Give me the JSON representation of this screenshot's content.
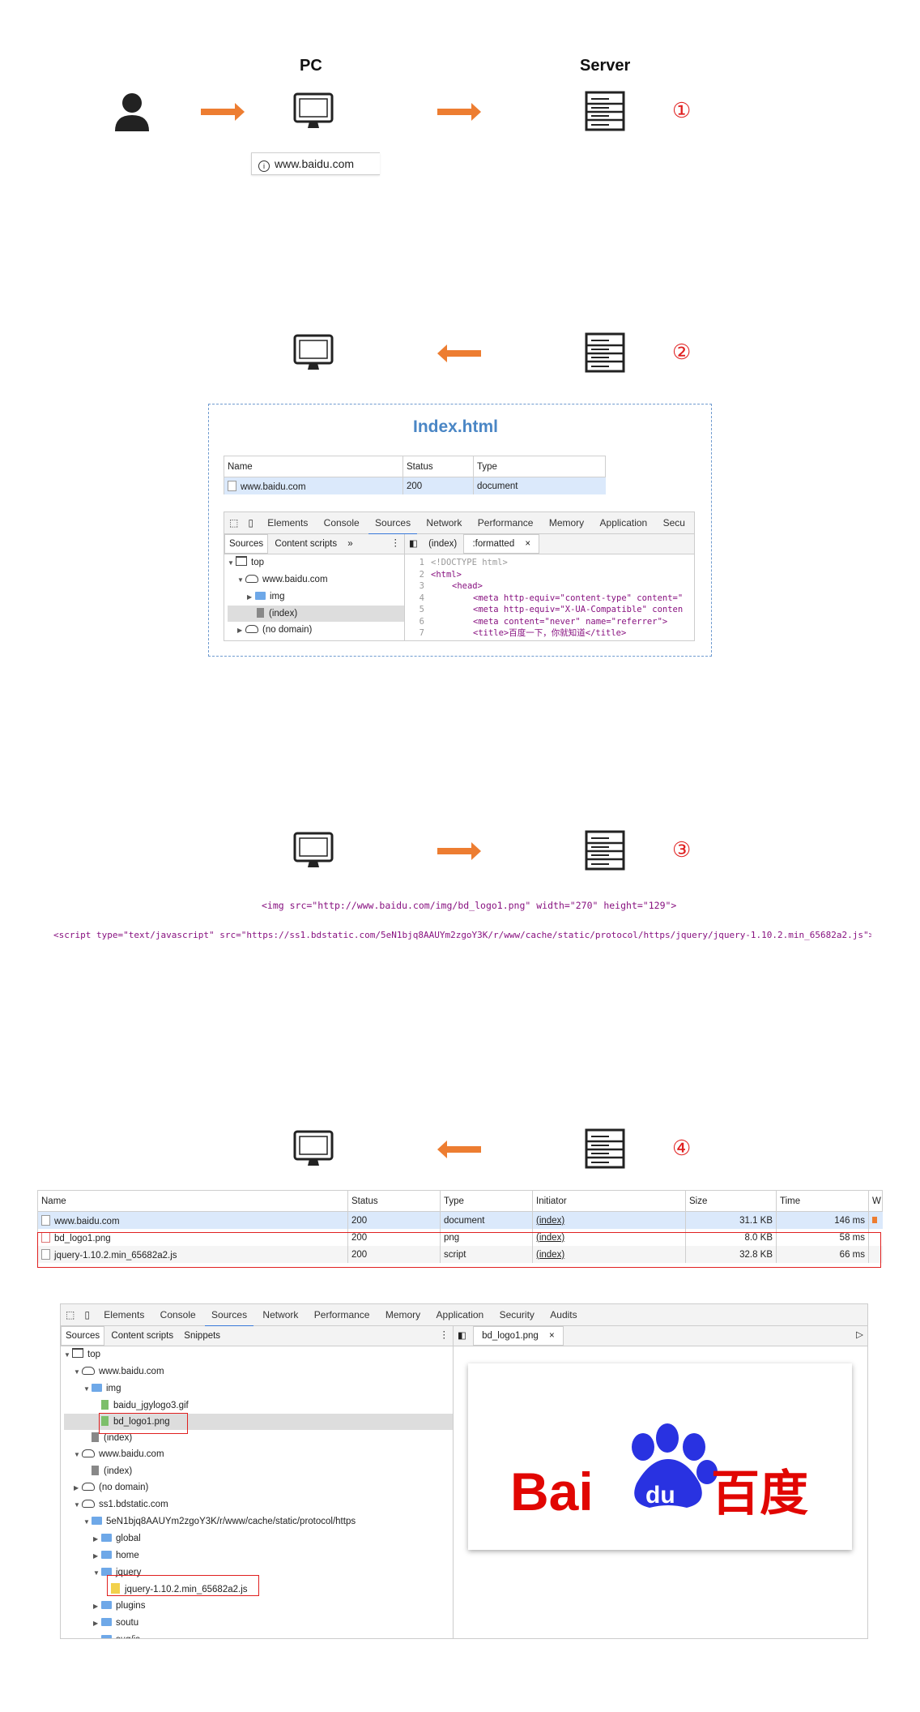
{
  "step1": {
    "pc_label": "PC",
    "server_label": "Server",
    "marker": "①",
    "url": "www.baidu.com",
    "url_info": "i"
  },
  "step2": {
    "marker": "②",
    "title": "Index.html",
    "net_headers": [
      "Name",
      "Status",
      "Type"
    ],
    "net_row": [
      "www.baidu.com",
      "200",
      "document"
    ],
    "devtools_tabs": [
      "Elements",
      "Console",
      "Sources",
      "Network",
      "Performance",
      "Memory",
      "Application",
      "Secu"
    ],
    "sub_left": [
      "Sources",
      "Content scripts",
      "»"
    ],
    "sub_right": [
      "(index)",
      ":formatted",
      "×"
    ],
    "tree": [
      "top",
      "www.baidu.com",
      "img",
      "(index)",
      "(no domain)"
    ],
    "code_lines": [
      {
        "n": "1",
        "t": "<!DOCTYPE html>"
      },
      {
        "n": "2",
        "t": "<html>"
      },
      {
        "n": "3",
        "t": "<head>"
      },
      {
        "n": "4",
        "t": "<meta http-equiv=\"content-type\" content=\""
      },
      {
        "n": "5",
        "t": "<meta http-equiv=\"X-UA-Compatible\" conten"
      },
      {
        "n": "6",
        "t": "<meta content=\"never\" name=\"referrer\">"
      },
      {
        "n": "7",
        "t": "<title>百度一下，你就知道</title>"
      }
    ]
  },
  "step3": {
    "marker": "③",
    "img_line": "<img src=\"http://www.baidu.com/img/bd_logo1.png\" width=\"270\" height=\"129\">",
    "script_line": "<script type=\"text/javascript\" src=\"https://ss1.bdstatic.com/5eN1bjq8AAUYm2zgoY3K/r/www/cache/static/protocol/https/jquery/jquery-1.10.2.min_65682a2.js\">"
  },
  "step4": {
    "marker": "④",
    "net_headers": [
      "Name",
      "Status",
      "Type",
      "Initiator",
      "Size",
      "Time",
      "W"
    ],
    "net_rows": [
      [
        "www.baidu.com",
        "200",
        "document",
        "(index)",
        "31.1 KB",
        "146 ms"
      ],
      [
        "bd_logo1.png",
        "200",
        "png",
        "(index)",
        "8.0 KB",
        "58 ms"
      ],
      [
        "jquery-1.10.2.min_65682a2.js",
        "200",
        "script",
        "(index)",
        "32.8 KB",
        "66 ms"
      ]
    ],
    "devtools_tabs": [
      "Elements",
      "Console",
      "Sources",
      "Network",
      "Performance",
      "Memory",
      "Application",
      "Security",
      "Audits"
    ],
    "sub_left": [
      "Sources",
      "Content scripts",
      "Snippets"
    ],
    "open_file": "bd_logo1.png",
    "tree": [
      {
        "label": "top",
        "icon": "frame",
        "tri": "▼",
        "lvl": 0
      },
      {
        "label": "www.baidu.com",
        "icon": "cloud",
        "tri": "▼",
        "lvl": 1
      },
      {
        "label": "img",
        "icon": "folder",
        "tri": "▼",
        "lvl": 2
      },
      {
        "label": "baidu_jgylogo3.gif",
        "icon": "img",
        "tri": "",
        "lvl": 3
      },
      {
        "label": "bd_logo1.png",
        "icon": "img",
        "tri": "",
        "lvl": 3
      },
      {
        "label": "(index)",
        "icon": "doc",
        "tri": "",
        "lvl": 2
      },
      {
        "label": "www.baidu.com",
        "icon": "cloud",
        "tri": "▼",
        "lvl": 1
      },
      {
        "label": "(index)",
        "icon": "doc",
        "tri": "",
        "lvl": 2
      },
      {
        "label": "(no domain)",
        "icon": "cloud",
        "tri": "▶",
        "lvl": 1
      },
      {
        "label": "ss1.bdstatic.com",
        "icon": "cloud",
        "tri": "▼",
        "lvl": 1
      },
      {
        "label": "5eN1bjq8AAUYm2zgoY3K/r/www/cache/static/protocol/https",
        "icon": "folder",
        "tri": "▼",
        "lvl": 2
      },
      {
        "label": "global",
        "icon": "folder",
        "tri": "▶",
        "lvl": 3
      },
      {
        "label": "home",
        "icon": "folder",
        "tri": "▶",
        "lvl": 3
      },
      {
        "label": "jquery",
        "icon": "folder",
        "tri": "▼",
        "lvl": 3
      },
      {
        "label": "jquery-1.10.2.min_65682a2.js",
        "icon": "js",
        "tri": "",
        "lvl": 4
      },
      {
        "label": "plugins",
        "icon": "folder",
        "tri": "▶",
        "lvl": 3
      },
      {
        "label": "soutu",
        "icon": "folder",
        "tri": "▶",
        "lvl": 3
      },
      {
        "label": "sug/js",
        "icon": "folder",
        "tri": "▶",
        "lvl": 3
      }
    ],
    "logo": {
      "left": "Bai",
      "mid": "du",
      "right": "百度"
    }
  },
  "colors": {
    "arrow": "#ed7d31",
    "marker": "#e02020",
    "accent": "#4a86c5",
    "highlight": "#e02020"
  }
}
